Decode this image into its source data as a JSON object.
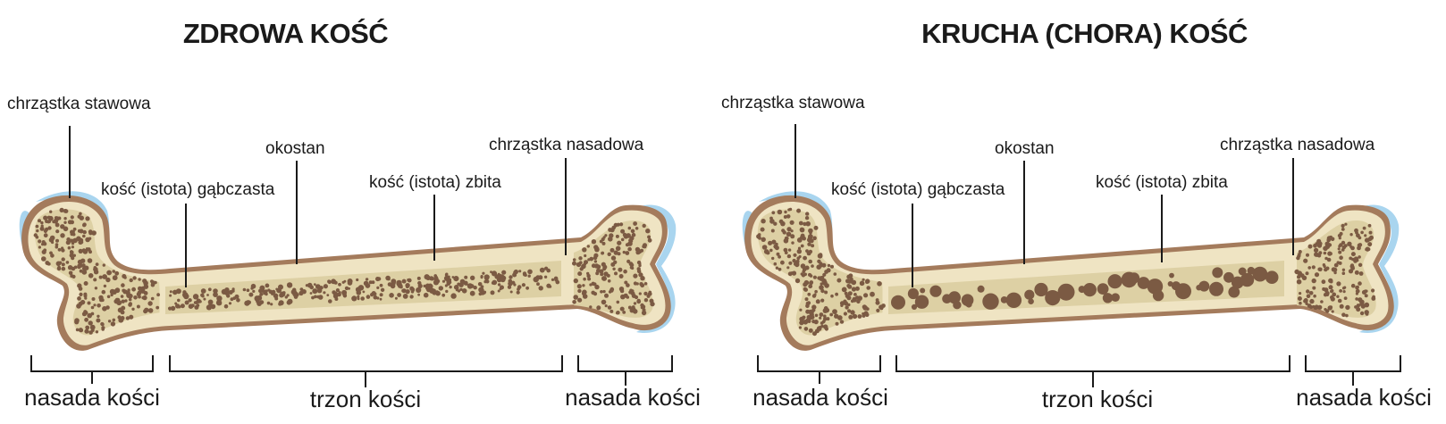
{
  "panels": [
    {
      "title": "ZDROWA KOŚĆ",
      "labels": {
        "articular_cartilage": "chrząstka stawowa",
        "periosteum": "okostan",
        "growth_plate": "chrząstka nasadowa",
        "spongy_bone": "kość (istota) gąbczasta",
        "compact_bone": "kość (istota) zbita",
        "epiphysis_left": "nasada kości",
        "diaphysis": "trzon kości",
        "epiphysis_right": "nasada kości"
      }
    },
    {
      "title": "KRUCHA (CHORA) KOŚĆ",
      "labels": {
        "articular_cartilage": "chrząstka stawowa",
        "periosteum": "okostan",
        "growth_plate": "chrząstka nasadowa",
        "spongy_bone": "kość (istota) gąbczasta",
        "compact_bone": "kość (istota) zbita",
        "epiphysis_left": "nasada kości",
        "diaphysis": "trzon kości",
        "epiphysis_right": "nasada kości"
      }
    }
  ],
  "colors": {
    "cartilage": "#a9d5ef",
    "periosteum": "#a47b5c",
    "compact_bone": "#efe4c3",
    "marrow": "#ddd0a4",
    "pores": "#7b5a43",
    "leader": "#1a1a1a"
  }
}
